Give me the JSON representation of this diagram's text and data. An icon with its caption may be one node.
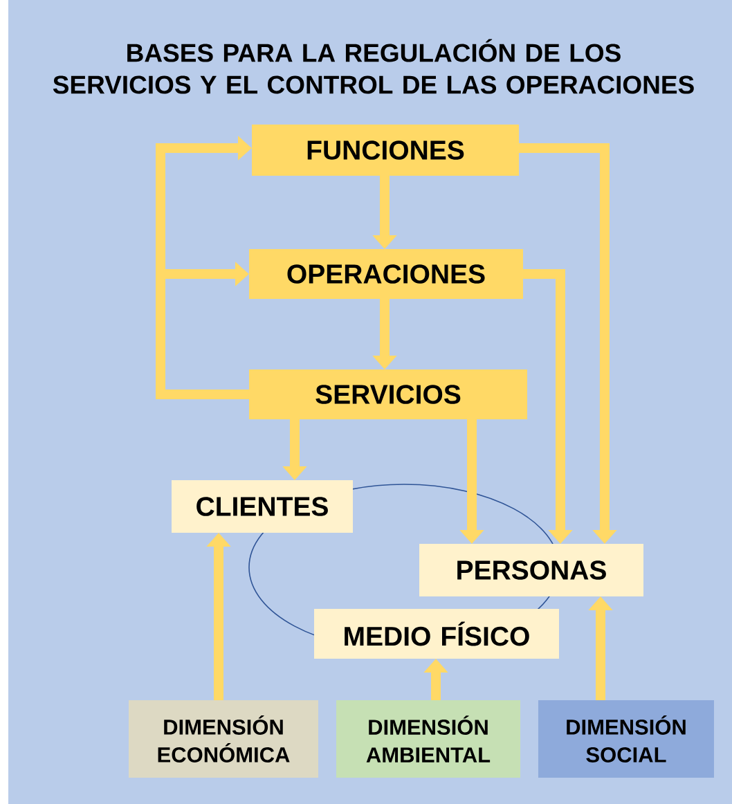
{
  "diagram": {
    "title": "BASES PARA LA REGULACIÓN DE LOS SERVICIOS Y EL CONTROL DE LAS OPERACIONES",
    "nodes": [
      {
        "text": [
          "FUNCIONES"
        ]
      },
      {
        "text": [
          "OPERACIONES"
        ]
      },
      {
        "text": [
          "SERVICIOS"
        ]
      },
      {
        "text": [
          "CLIENTES"
        ]
      },
      {
        "text": [
          "PERSONAS"
        ]
      },
      {
        "text": [
          "MEDIO FÍSICO"
        ]
      },
      {
        "text": [
          "DIMENSIÓN ECONÓMICA"
        ]
      },
      {
        "text": [
          "DIMENSIÓN AMBIENTAL"
        ]
      },
      {
        "text": [
          "DIMENSIÓN SOCIAL"
        ]
      }
    ],
    "edges": [
      {
        "from": 0,
        "to": 1,
        "arrow": "to"
      },
      {
        "from": 1,
        "to": 2,
        "arrow": "to"
      },
      {
        "from": 2,
        "to": 3,
        "arrow": "to"
      },
      {
        "from": 2,
        "to": 4,
        "arrow": "to"
      },
      {
        "from": 1,
        "to": 4,
        "arrow": "to"
      },
      {
        "from": 0,
        "to": 4,
        "arrow": "to"
      },
      {
        "from": 2,
        "to": 0,
        "arrow": "to"
      },
      {
        "from": 2,
        "to": 1,
        "arrow": "to"
      },
      {
        "from": 6,
        "to": 3,
        "arrow": "to"
      },
      {
        "from": 7,
        "to": 5,
        "arrow": "to"
      },
      {
        "from": 8,
        "to": 4,
        "arrow": "to"
      }
    ]
  }
}
